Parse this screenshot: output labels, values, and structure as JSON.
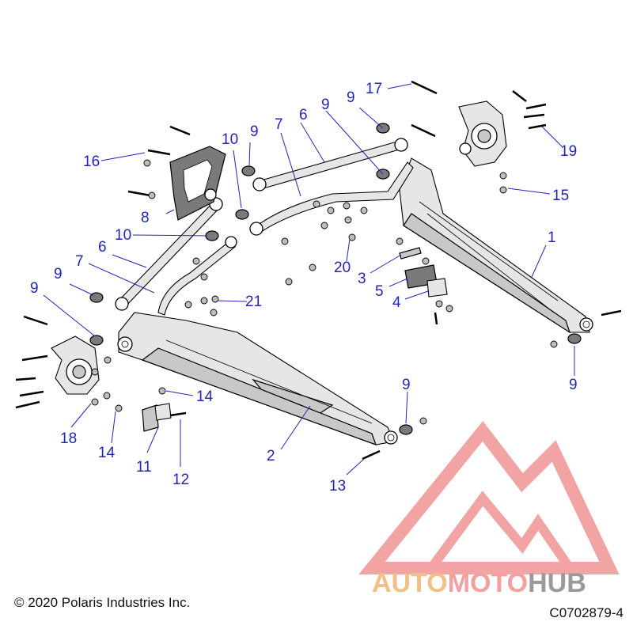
{
  "copyright": "© 2020 Polaris Industries Inc.",
  "diagram_code": "C0702879-4",
  "watermark": {
    "part1": "AUTO",
    "part2": "MOTO",
    "part3": "HUB"
  },
  "colors": {
    "callout": "#2226b8",
    "watermark_red": "#e85a5a",
    "watermark_orange": "#f2b36b",
    "watermark_gray": "#8a8a8a"
  },
  "callouts": {
    "c1": "1",
    "c2": "2",
    "c3": "3",
    "c4": "4",
    "c5": "5",
    "c6a": "6",
    "c6b": "6",
    "c7a": "7",
    "c7b": "7",
    "c8": "8",
    "c9a": "9",
    "c9b": "9",
    "c9c": "9",
    "c9d": "9",
    "c9e": "9",
    "c9f": "9",
    "c9g": "9",
    "c10a": "10",
    "c10b": "10",
    "c11": "11",
    "c12": "12",
    "c13": "13",
    "c14a": "14",
    "c14b": "14",
    "c15": "15",
    "c16": "16",
    "c17": "17",
    "c18": "18",
    "c19": "19",
    "c20": "20",
    "c21": "21"
  }
}
